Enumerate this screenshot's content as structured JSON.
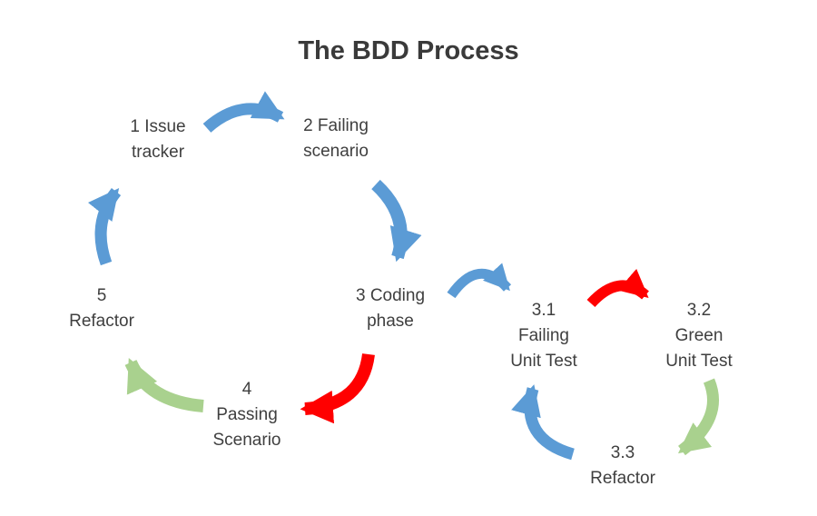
{
  "title": "The BDD Process",
  "colors": {
    "blue": "#5b9bd5",
    "red": "#ff0000",
    "green": "#a9d18e",
    "text": "#3f3f3f",
    "background": "#ffffff"
  },
  "nodes": [
    {
      "id": "issue-tracker",
      "lines": [
        "1 Issue",
        "tracker"
      ]
    },
    {
      "id": "failing-scenario",
      "lines": [
        "2 Failing",
        "scenario"
      ]
    },
    {
      "id": "coding-phase",
      "lines": [
        "3 Coding",
        "phase"
      ]
    },
    {
      "id": "failing-unit-test",
      "lines": [
        "3.1",
        "Failing",
        "Unit Test"
      ]
    },
    {
      "id": "green-unit-test",
      "lines": [
        "3.2",
        "Green",
        "Unit Test"
      ]
    },
    {
      "id": "refactor-inner",
      "lines": [
        "3.3",
        "Refactor"
      ]
    },
    {
      "id": "passing-scenario",
      "lines": [
        "4",
        "Passing",
        "Scenario"
      ]
    },
    {
      "id": "refactor-outer",
      "lines": [
        "5",
        "Refactor"
      ]
    }
  ],
  "arrows": [
    {
      "from": "1 Issue tracker",
      "to": "2 Failing scenario",
      "color": "blue"
    },
    {
      "from": "2 Failing scenario",
      "to": "3 Coding phase",
      "color": "blue"
    },
    {
      "from": "3 Coding phase",
      "to": "3.1 Failing Unit Test",
      "color": "blue"
    },
    {
      "from": "3.1 Failing Unit Test",
      "to": "3.2 Green Unit Test",
      "color": "red"
    },
    {
      "from": "3.2 Green Unit Test",
      "to": "3.3 Refactor",
      "color": "green"
    },
    {
      "from": "3.3 Refactor",
      "to": "3.1 Failing Unit Test",
      "color": "blue"
    },
    {
      "from": "3 Coding phase",
      "to": "4 Passing Scenario",
      "color": "red"
    },
    {
      "from": "4 Passing Scenario",
      "to": "5 Refactor",
      "color": "green"
    },
    {
      "from": "5 Refactor",
      "to": "1 Issue tracker",
      "color": "blue"
    }
  ]
}
